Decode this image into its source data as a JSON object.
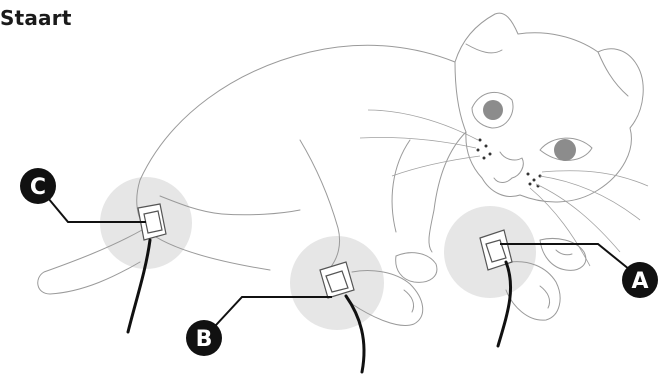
{
  "title": "Staart",
  "markers": {
    "a": "A",
    "b": "B",
    "c": "C"
  },
  "colors": {
    "marker_fill": "#111111",
    "halo": "#e6e6e6",
    "eye": "#8c8c8c",
    "outline": "#9a9a9a"
  }
}
